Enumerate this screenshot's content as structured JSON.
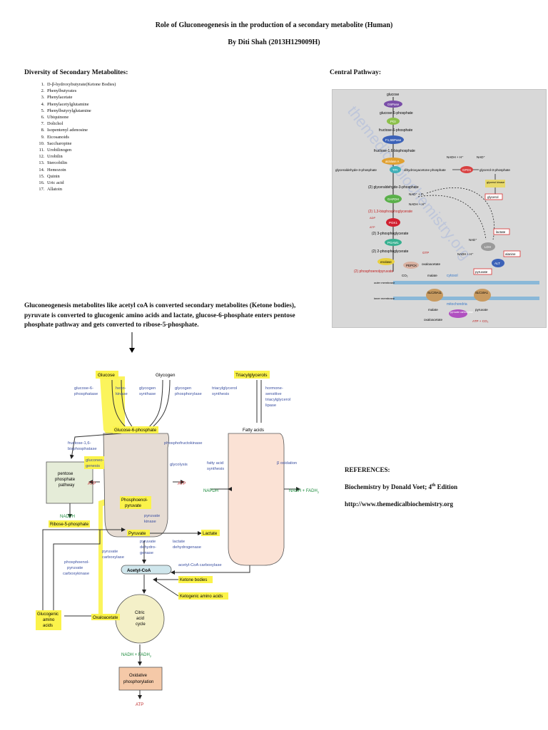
{
  "title": "Role of Gluconeogenesis in the production of a secondary metabolite (Human)",
  "author": "By Diti Shah (2013H129009H)",
  "secondary": {
    "heading": "Diversity of Secondary Metabolites:",
    "items": [
      "D-β-hydroxybutyrate(Ketone Bodies)",
      "Phenylbutyrates",
      "Phenylacetate",
      "Phenylacetylglutamine",
      "Phenylbutyrylglutamine",
      "Ubiquinone",
      "Dolichol",
      "Isopentenyl adenosine",
      "Eicosanoids",
      "Saccharopine",
      "Urobilinogen",
      "Urobilin",
      "Stercobilin",
      "Hemozoin",
      "Quinin",
      "Uric acid",
      "Allatoin"
    ]
  },
  "central": {
    "heading": "Central Pathway:",
    "watermark": "themedicalbiochemistry.org",
    "labels": {
      "glucose": "glucose",
      "g6pase": "G6Pase",
      "g6p": "glucose-6-phosphate",
      "pgi": "PGI",
      "f6p": "fructose-6-phosphate",
      "f16bpase": "F1,6BPase",
      "f16bp": "fructose-1,6-bisphosphate",
      "aldolase": "aldolase A",
      "tpi": "TPI",
      "g3p": "glyceraldehyde-3-phosphate",
      "dhap": "dihydroxyacetone phosphate",
      "gpd1": "GPD1",
      "glycerol3p": "glycerol-3-phosphate",
      "glycerolkinase": "glycerol kinase",
      "glycerol": "glycerol",
      "nadh_h": "NADH + H⁺",
      "nad": "NAD⁺",
      "g3p2": "(2) glyceraldehyde-3-phosphate",
      "gapdh": "GAPDH",
      "nad_pi": "NAD⁺ + Pᵢ",
      "nadh_h2": "NADH + H⁺",
      "bpg": "(2) 1,3-bisphosphoglycerate",
      "adp": "ADP",
      "pgk1": "PGK1",
      "atp": "ATP",
      "pg3": "(2) 3-phosphoglycerate",
      "pgam": "PGAM1",
      "pg2": "(2) 2-phosphoglycerate",
      "enolase": "enolase",
      "gtp": "GTP",
      "pepck": "PEPCK",
      "oaa": "oxaloacetate",
      "pep": "(2) phosphoenolpyruvate",
      "co2": "CO₂",
      "lactate": "lactate",
      "ldh": "LDH",
      "alanine": "alanine",
      "alt": "ALT",
      "pyruvate": "pyruvate",
      "nad2": "NAD⁺",
      "nadh_h3": "NADH + H⁺",
      "malate": "malate",
      "cytosol": "cytosol",
      "outer": "outer membrane",
      "inner": "inner membrane",
      "slc25a11": "SLC25A11",
      "slc16a1": "SLC16A1",
      "mito": "mitochondria",
      "malate2": "malate",
      "pc": "pyruvate carboxylase",
      "pyruvate2": "pyruvate",
      "oaa2": "oxaloacetate",
      "atp_co2": "ATP + CO₂"
    }
  },
  "description": "Gluconeogenesis metabolites like acetyl coA is converted secondary metabolites (Ketone bodies), pyruvate is converted to glucogenic amino acids and lactate, glucose-6-phosphate enters pentose phosphate pathway and gets converted to ribose-5-phosphate.",
  "references": {
    "heading": "REFERENCES:",
    "book": "Biochemistry by Donald Voet; 4",
    "book_sup": "th",
    "book_tail": " Edition",
    "url": "http://www.themedicalbiochemistry.org"
  },
  "diagram": {
    "glucose": "Glucose",
    "glycogen": "Glycogen",
    "triacylglycerols": "Triacylglycerols",
    "glucose6phosphatase": [
      "glucose-6-",
      "phosphatase"
    ],
    "hexokinase": [
      "hexo-",
      "kinase"
    ],
    "glycogen_synthase": [
      "glycogen",
      "synthase"
    ],
    "glycogen_phosphorylase": [
      "glycogen",
      "phosphorylase"
    ],
    "triacylglycerol_synthesis": [
      "triacylglycerol",
      "synthesis"
    ],
    "hormone_lipase": [
      "hormone-",
      "sensitive",
      "triacylglycerol",
      "lipase"
    ],
    "g6p": "Glucose-6-phosphate",
    "fatty_acids": "Fatty acids",
    "fbpase": [
      "fructose-1,6-",
      "bisphosphatase"
    ],
    "pfk": "phosphofructokinase",
    "gluconeogenesis": [
      "gluconeo-",
      "genesis"
    ],
    "glycolysis": "glycolysis",
    "fa_synthesis": [
      "fatty acid",
      "synthesis"
    ],
    "beta_ox": "β oxidation",
    "ppp": [
      "pentose",
      "phosphate",
      "pathway"
    ],
    "atp_l": "ATP",
    "atp_r": "ATP",
    "pep": [
      "Phosphoenol-",
      "pyruvate"
    ],
    "napdh": "NAPDH",
    "nadh_fadh": "NADH + FADH",
    "nadph": "NADPH",
    "ribose": "Ribose-5-phosphate",
    "pyr_kinase": [
      "pyruvate",
      "kinase"
    ],
    "pyruvate": "Pyruvate",
    "lactate": "Lactate",
    "pdh": [
      "pyruvate",
      "dehydro-",
      "genase"
    ],
    "ldh": [
      "lactate",
      "dehydrogenase"
    ],
    "pc": [
      "pyruvate",
      "carboxylase"
    ],
    "acc": "acetyl-CoA carboxylase",
    "acetylcoa": "Acetyl-CoA",
    "pepck": [
      "phosphoenol-",
      "pyruvate",
      "carboxykinase"
    ],
    "ketone": "Ketone bodies",
    "ketogenic": "Ketogenic amino acids",
    "glucogenic": [
      "Glucogenic",
      "amino",
      "acids"
    ],
    "oaa": "Oxaloacetate",
    "tca": [
      "Citric",
      "acid",
      "cycle"
    ],
    "nadh_fadh2": "NADH + FADH",
    "oxphos": [
      "Oxidative",
      "phosphorylation"
    ],
    "atp_bottom": "ATP",
    "sub2": "2"
  },
  "colors": {
    "highlight": "#fbf34a",
    "enzyme_text": "#3a4fa0",
    "energy_text": "#c03030",
    "nadph_text": "#1a8a3a"
  }
}
